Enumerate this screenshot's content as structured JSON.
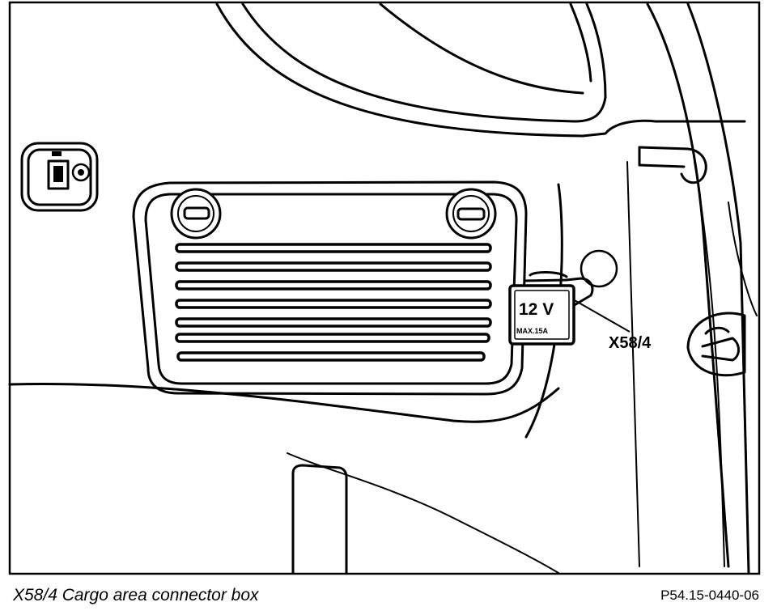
{
  "diagram": {
    "callout_label": "X58/4",
    "socket_voltage": "12 V",
    "socket_rating": "MAX.15A"
  },
  "caption": {
    "text": "X58/4 Cargo area connector box",
    "reference": "P54.15-0440-06"
  }
}
